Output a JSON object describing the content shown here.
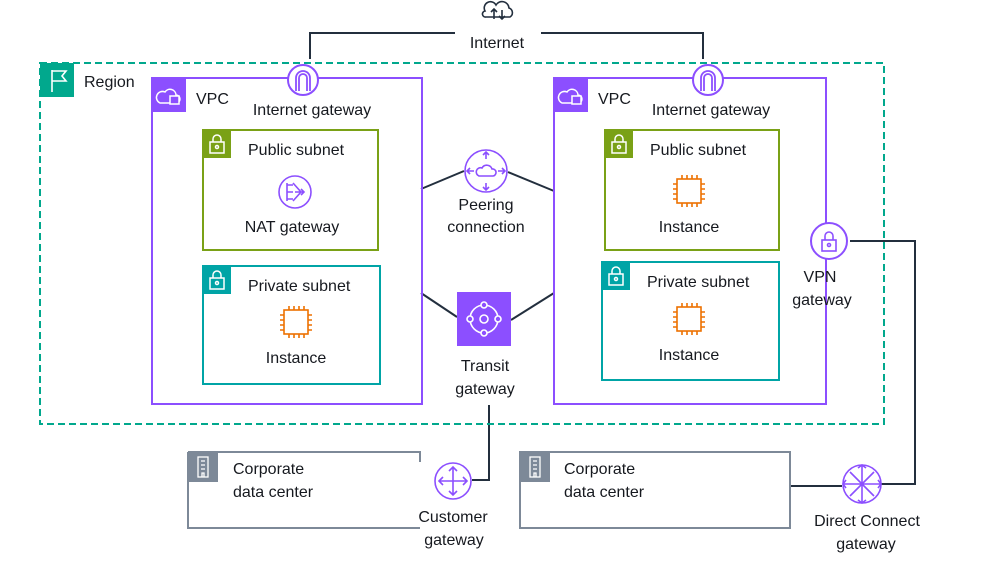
{
  "colors": {
    "region": "#01a88d",
    "vpc": "#8c4fff",
    "public_subnet": "#7aa116",
    "private_subnet": "#00a4a6",
    "datacenter": "#7d8998",
    "instance": "#ed7100",
    "line": "#232f3e"
  },
  "internet": {
    "label": "Internet",
    "icon": "internet-cloud-icon"
  },
  "region": {
    "label": "Region",
    "icon": "region-flag-icon"
  },
  "vpc_left": {
    "label": "VPC",
    "internet_gateway": "Internet gateway",
    "public_subnet": {
      "label": "Public subnet",
      "resource": "NAT gateway"
    },
    "private_subnet": {
      "label": "Private subnet",
      "resource": "Instance"
    }
  },
  "vpc_right": {
    "label": "VPC",
    "internet_gateway": "Internet gateway",
    "public_subnet": {
      "label": "Public subnet",
      "resource": "Instance"
    },
    "private_subnet": {
      "label": "Private subnet",
      "resource": "Instance"
    }
  },
  "peering": {
    "line1": "Peering",
    "line2": "connection"
  },
  "transit": {
    "line1": "Transit",
    "line2": "gateway"
  },
  "vpn": {
    "line1": "VPN",
    "line2": "gateway"
  },
  "datacenter_left": {
    "line1": "Corporate",
    "line2": "data center"
  },
  "datacenter_right": {
    "line1": "Corporate",
    "line2": "data center"
  },
  "customer_gateway": {
    "line1": "Customer",
    "line2": "gateway"
  },
  "direct_connect": {
    "line1": "Direct Connect",
    "line2": "gateway"
  }
}
